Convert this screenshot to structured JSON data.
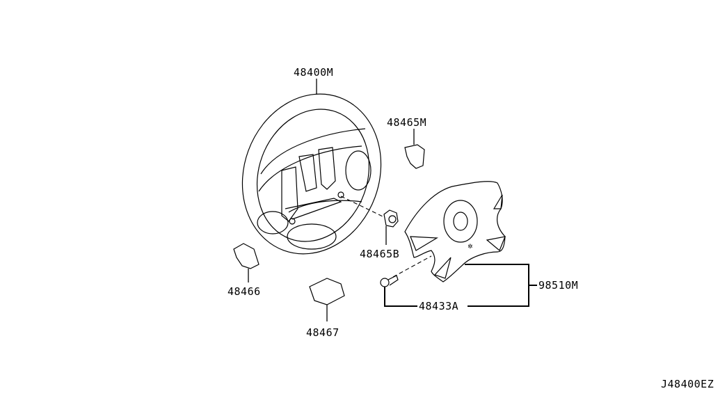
{
  "diagram": {
    "parts": {
      "steering_wheel": "48400M",
      "clip_upper": "48465M",
      "nut": "48465B",
      "cover_left": "48466",
      "cover_lower": "48467",
      "bolt": "48433A",
      "airbag_module": "98510M"
    },
    "figure_code": "J48400EZ"
  }
}
